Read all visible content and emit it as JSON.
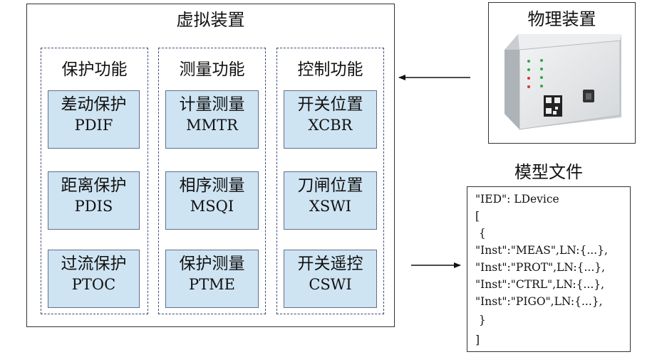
{
  "virtual_device": {
    "title": "虚拟装置",
    "columns": [
      {
        "title": "保护功能",
        "items": [
          {
            "cn": "差动保护",
            "en": "PDIF"
          },
          {
            "cn": "距离保护",
            "en": "PDIS"
          },
          {
            "cn": "过流保护",
            "en": "PTOC"
          }
        ]
      },
      {
        "title": "测量功能",
        "items": [
          {
            "cn": "计量测量",
            "en": "MMTR"
          },
          {
            "cn": "相序测量",
            "en": "MSQI"
          },
          {
            "cn": "保护测量",
            "en": "PTME"
          }
        ]
      },
      {
        "title": "控制功能",
        "items": [
          {
            "cn": "开关位置",
            "en": "XCBR"
          },
          {
            "cn": "刀闸位置",
            "en": "XSWI"
          },
          {
            "cn": "开关遥控",
            "en": "CSWI"
          }
        ]
      }
    ]
  },
  "physical_device": {
    "title": "物理装置"
  },
  "model_file": {
    "title": "模型文件",
    "lines": [
      "\"IED\": LDevice",
      "[",
      " {",
      "\"Inst\":\"MEAS\",LN:{...},",
      "\"Inst\":\"PROT\",LN:{...},",
      "\"Inst\":\"CTRL\",LN:{...},",
      "\"Inst\":\"PIGO\",LN:{...},",
      " }",
      "]"
    ]
  },
  "colors": {
    "function_box_fill": "#cfe4f3",
    "dashed_border": "#3d4a7a",
    "device_body": "#e4e6e8"
  }
}
